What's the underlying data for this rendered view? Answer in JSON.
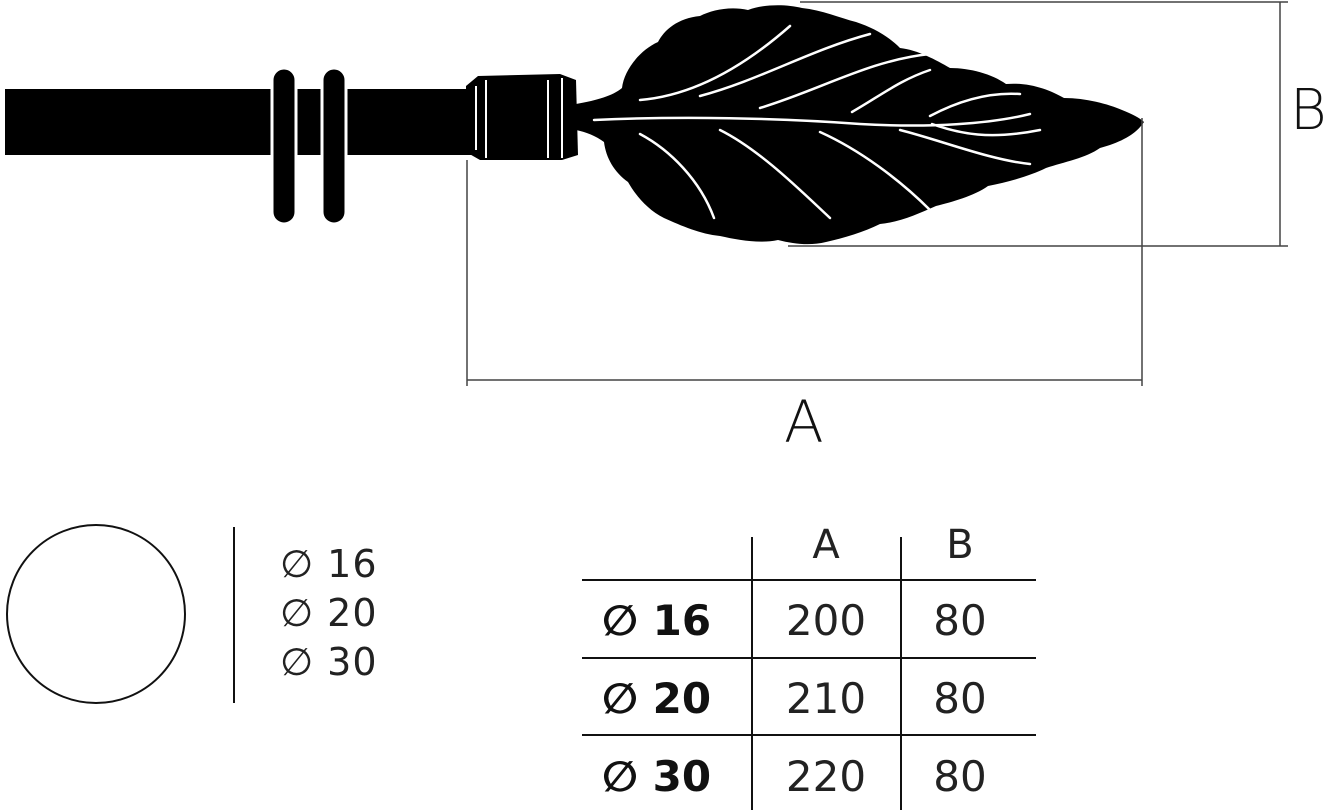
{
  "dimension_labels": {
    "a": "A",
    "b": "B"
  },
  "diameters": [
    {
      "symbol": "∅",
      "value": "16",
      "text": "∅ 16"
    },
    {
      "symbol": "∅",
      "value": "20",
      "text": "∅ 20"
    },
    {
      "symbol": "∅",
      "value": "30",
      "text": "∅ 30"
    }
  ],
  "table": {
    "columns": [
      "A",
      "B"
    ],
    "rows": [
      {
        "label": "∅ 16",
        "a": "200",
        "b": "80"
      },
      {
        "label": "∅ 20",
        "a": "210",
        "b": "80"
      },
      {
        "label": "∅ 30",
        "a": "220",
        "b": "80"
      }
    ]
  }
}
